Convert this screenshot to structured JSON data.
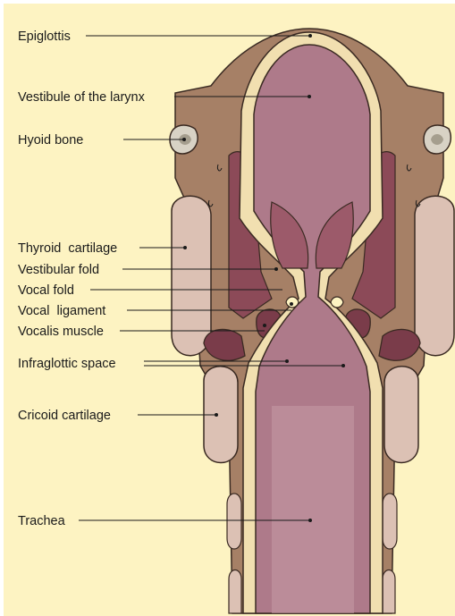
{
  "diagram": {
    "colors": {
      "background": "#fdf3c2",
      "tissue": "#a68066",
      "tissue_outline": "#3a2a22",
      "cartilage": "#dcc1b4",
      "lumen": "#ae7a8a",
      "lumen_light": "#c69aa6",
      "muscle": "#8c4a58",
      "mucosa": "#f1dfb0",
      "bone": "#d8d2c5"
    },
    "labels": [
      {
        "id": "epiglottis",
        "text": "Epiglottis"
      },
      {
        "id": "vestibule",
        "text": "Vestibule of the larynx"
      },
      {
        "id": "hyoid",
        "text": "Hyoid bone"
      },
      {
        "id": "thyroid",
        "text": "Thyroid  cartilage"
      },
      {
        "id": "vestibular-fold",
        "text": "Vestibular fold"
      },
      {
        "id": "vocal-fold",
        "text": "Vocal fold"
      },
      {
        "id": "vocal-ligament",
        "text": "Vocal  ligament"
      },
      {
        "id": "vocalis",
        "text": "Vocalis muscle"
      },
      {
        "id": "infraglottic",
        "text": "Infraglottic space"
      },
      {
        "id": "cricoid",
        "text": "Cricoid cartilage"
      },
      {
        "id": "trachea",
        "text": "Trachea"
      }
    ]
  }
}
